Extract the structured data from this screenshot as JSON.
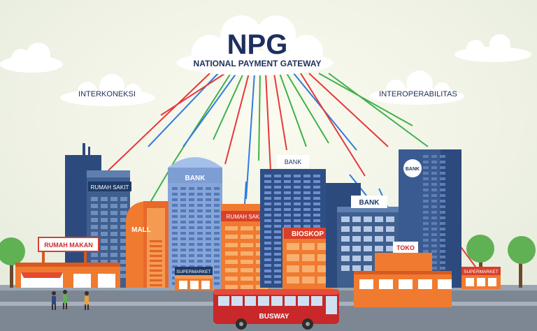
{
  "header": {
    "acronym": "NPG",
    "full_name": "NATIONAL PAYMENT GATEWAY"
  },
  "side_labels": {
    "left": "INTERKONEKSI",
    "right": "INTEROPERABILITAS"
  },
  "buildings": {
    "rumah_sakit_left": "RUMAH SAKIT",
    "rumah_makan": "RUMAH MAKAN",
    "mall": "MALL",
    "bank_round": "BANK",
    "supermarket_left": "SUPERMARKET",
    "rumah_sakit_center": "RUMAH SAKIT",
    "bank_center": "BANK",
    "bioskop": "BIOSKOP",
    "bank_right": "BANK",
    "bank_tower": "BANK",
    "toko": "TOKO",
    "supermarket_right": "SUPERMARKET"
  },
  "vehicle": {
    "bus_label": "BUSWAY"
  },
  "colors": {
    "sky": "#f4f4e8",
    "line_red": "#e5383b",
    "line_blue": "#2f7ce0",
    "line_green": "#3fb14b",
    "building_navy": "#2c4a7e",
    "building_orange": "#f07a2f",
    "bus_red": "#c8282a"
  }
}
